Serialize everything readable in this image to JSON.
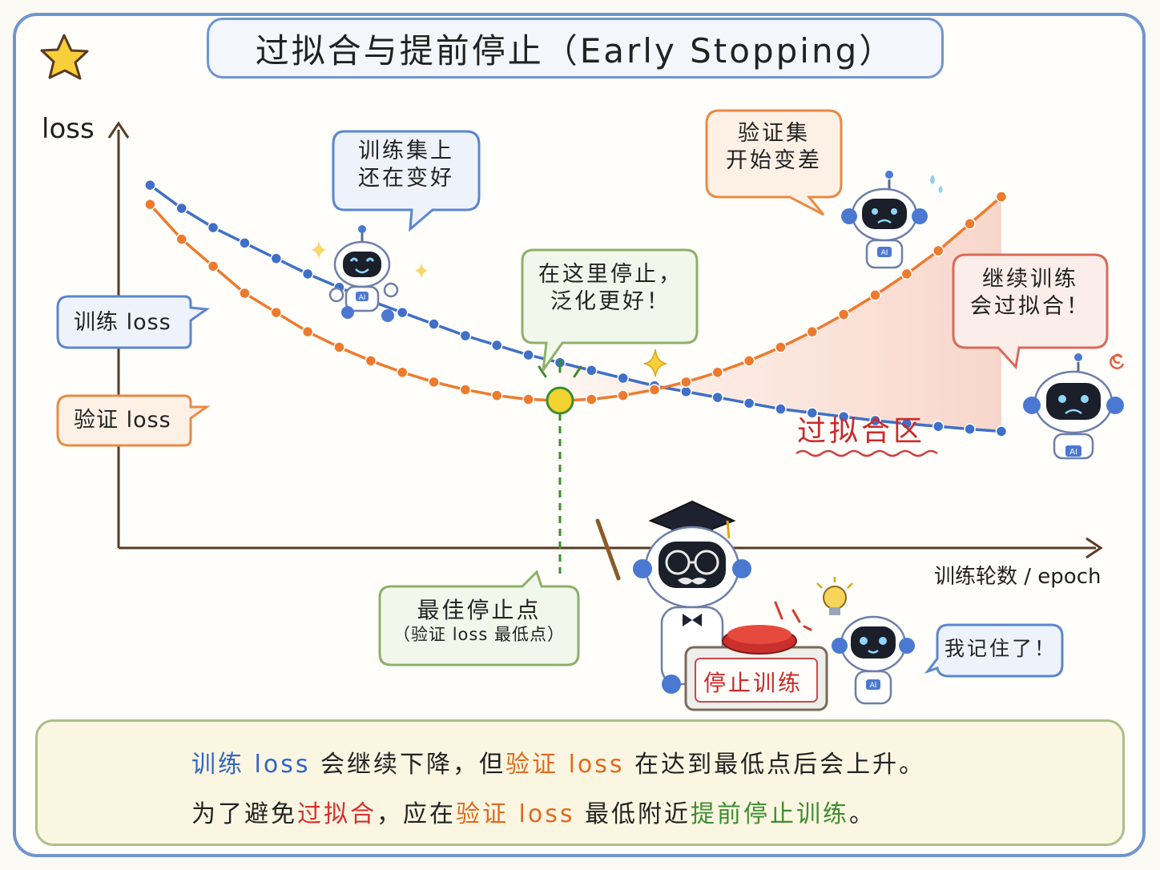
{
  "title": "过拟合与提前停止（Early Stopping）",
  "axes": {
    "y_label": "loss",
    "x_label": "训练轮数 / epoch"
  },
  "legend": {
    "train_label": "训练 loss",
    "val_label": "验证 loss"
  },
  "callouts": {
    "train_improving": [
      "训练集上",
      "还在变好"
    ],
    "val_worse": [
      "验证集",
      "开始变差"
    ],
    "stop_here": [
      "在这里停止，",
      "泛化更好！"
    ],
    "continue_overfit": [
      "继续训练",
      "会过拟合！"
    ],
    "remembered": "我记住了！"
  },
  "overfit_region_label": "过拟合区",
  "best_point": {
    "title": "最佳停止点",
    "subtitle": "（验证 loss 最低点）"
  },
  "stop_button_label": "停止训练",
  "robot_badge": "AI",
  "summary": {
    "line1": [
      {
        "text": "训练 loss",
        "tone": "blue"
      },
      {
        "text": " 会继续下降，但",
        "tone": "plain"
      },
      {
        "text": "验证 loss",
        "tone": "orange"
      },
      {
        "text": " 在达到最低点后会上升。",
        "tone": "plain"
      }
    ],
    "line2": [
      {
        "text": "为了避免",
        "tone": "plain"
      },
      {
        "text": "过拟合",
        "tone": "red"
      },
      {
        "text": "，应在",
        "tone": "plain"
      },
      {
        "text": "验证 loss",
        "tone": "orange"
      },
      {
        "text": " 最低附近",
        "tone": "plain"
      },
      {
        "text": "提前停止训练",
        "tone": "green"
      },
      {
        "text": "。",
        "tone": "plain"
      }
    ]
  },
  "colors": {
    "train": "#3f6fc9",
    "val": "#ee7a2d",
    "frame": "#6f95cf",
    "best_point": "#f2d22e",
    "best_line": "#3c8d2f",
    "overfit_fill": "#f6c9bb",
    "axis": "#5a3b24"
  },
  "chart_data": {
    "type": "line",
    "x": [
      1,
      2,
      3,
      4,
      5,
      6,
      7,
      8,
      9,
      10,
      11,
      12,
      13,
      14,
      15,
      16,
      17,
      18,
      19,
      20,
      21,
      22,
      23,
      24,
      25,
      26,
      27,
      28
    ],
    "series": [
      {
        "name": "训练 loss",
        "values": [
          9.4,
          8.8,
          8.3,
          7.9,
          7.5,
          7.1,
          6.75,
          6.4,
          6.1,
          5.8,
          5.5,
          5.25,
          5.0,
          4.8,
          4.6,
          4.4,
          4.2,
          4.05,
          3.9,
          3.75,
          3.6,
          3.5,
          3.4,
          3.3,
          3.22,
          3.15,
          3.08,
          3.02
        ]
      },
      {
        "name": "验证 loss",
        "values": [
          8.9,
          8.0,
          7.3,
          6.6,
          6.1,
          5.6,
          5.2,
          4.85,
          4.55,
          4.3,
          4.1,
          3.95,
          3.85,
          3.82,
          3.85,
          3.95,
          4.1,
          4.3,
          4.55,
          4.85,
          5.2,
          5.6,
          6.05,
          6.55,
          7.1,
          7.7,
          8.4,
          9.1
        ]
      }
    ],
    "best_epoch": 14,
    "xlim": [
      0,
      31
    ],
    "ylim": [
      0,
      11
    ]
  }
}
